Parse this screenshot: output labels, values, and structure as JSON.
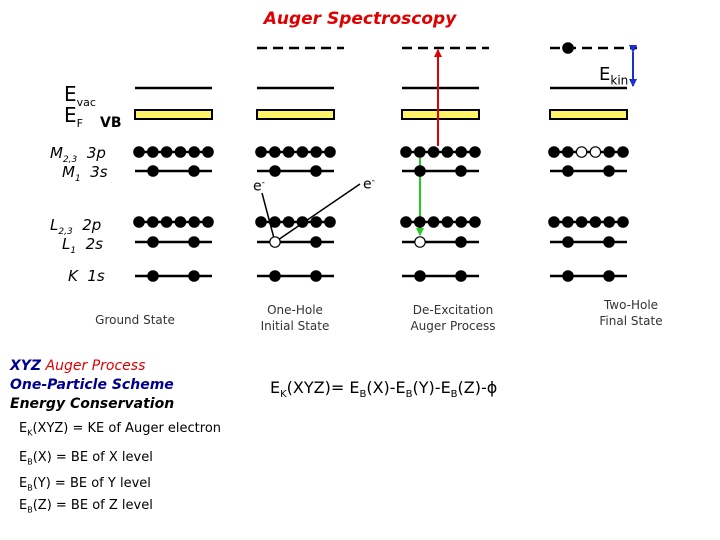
{
  "title": "Auger Spectroscopy",
  "level_labels": {
    "evac": {
      "main": "E",
      "sub": "vac"
    },
    "ef": {
      "main": "E",
      "sub": "F"
    },
    "vb": "VB",
    "m23": {
      "main": "M",
      "sub": "2,3",
      "orbital": "3p"
    },
    "m1": {
      "main": "M",
      "sub": "1",
      "orbital": "3s"
    },
    "l23": {
      "main": "L",
      "sub": "2,3",
      "orbital": "2p"
    },
    "l1": {
      "main": "L",
      "sub": "1",
      "orbital": "2s"
    },
    "k": {
      "main": "K",
      "orbital": "1s"
    }
  },
  "ekin_label": {
    "main": "E",
    "sub": "kin"
  },
  "electron_label_1": "e",
  "electron_label_2": "e",
  "electron_sup": "-",
  "captions": {
    "ground": "Ground State",
    "one_hole_1": "One-Hole",
    "one_hole_2": "Initial State",
    "deexc_1": "De-Excitation",
    "deexc_2": "Auger Process",
    "two_hole_1": "Two-Hole",
    "two_hole_2": "Final State"
  },
  "scheme": {
    "line1_a": "XYZ",
    "line1_b": "Auger Process",
    "line2": "One-Particle Scheme",
    "line3": "Energy Conservation"
  },
  "formula": {
    "lhs_main": "E",
    "lhs_sub": "K",
    "lhs_arg": "(XYZ)= E",
    "t1_sub": "B",
    "t1_arg": "(X)-E",
    "t2_sub": "B",
    "t2_arg": "(Y)-E",
    "t3_sub": "B",
    "t3_arg": "(Z)-",
    "phi": "ϕ"
  },
  "definitions": [
    {
      "main": "E",
      "sub": "K",
      "rest": "(XYZ) = KE of Auger electron"
    },
    {
      "main": "E",
      "sub": "B",
      "rest": "(X) = BE of X level"
    },
    {
      "main": "E",
      "sub": "B",
      "rest": "(Y) = BE of Y level"
    },
    {
      "main": "E",
      "sub": "B",
      "rest": "(Z) = BE of Z level"
    }
  ],
  "colors": {
    "title": "#e00000",
    "vb_fill": "#fff36a",
    "auger_arrow": "#e00000",
    "deexcitation_arrow": "#22cc22",
    "ekin_arrow": "#1a2fd0",
    "scheme_blue": "#000090"
  }
}
